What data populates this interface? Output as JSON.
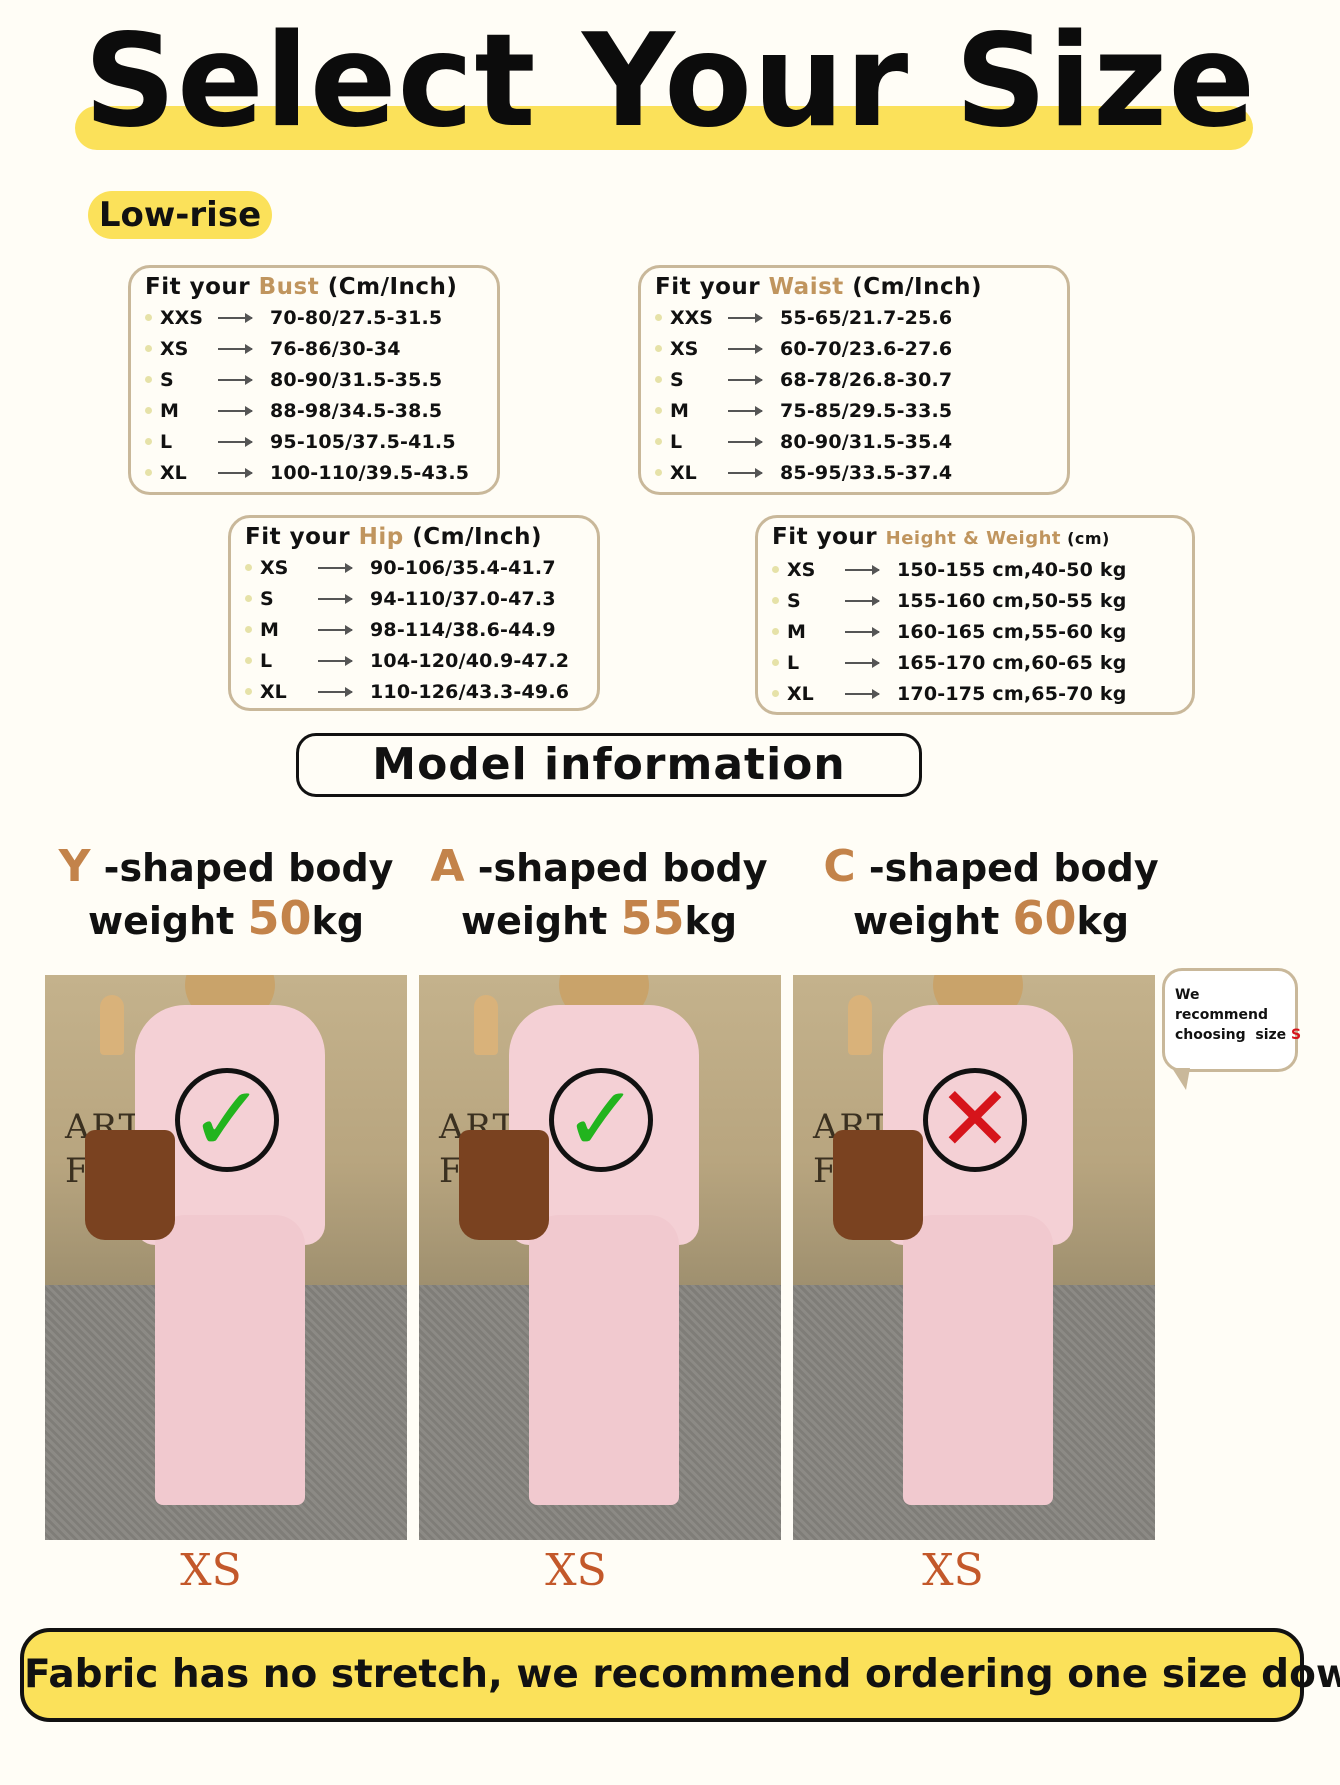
{
  "title": "Select Your Size",
  "tag": "Low-rise",
  "cards": {
    "bust": {
      "prefix": "Fit your ",
      "highlight": "Bust",
      "unit": " (Cm/Inch)",
      "rows": [
        {
          "size": "XXS",
          "value": "70-80/27.5-31.5"
        },
        {
          "size": "XS",
          "value": "76-86/30-34"
        },
        {
          "size": "S",
          "value": "80-90/31.5-35.5"
        },
        {
          "size": "M",
          "value": "88-98/34.5-38.5"
        },
        {
          "size": "L",
          "value": "95-105/37.5-41.5"
        },
        {
          "size": "XL",
          "value": "100-110/39.5-43.5"
        }
      ]
    },
    "waist": {
      "prefix": "Fit your ",
      "highlight": "Waist",
      "unit": " (Cm/Inch)",
      "rows": [
        {
          "size": "XXS",
          "value": "55-65/21.7-25.6"
        },
        {
          "size": "XS",
          "value": "60-70/23.6-27.6"
        },
        {
          "size": "S",
          "value": "68-78/26.8-30.7"
        },
        {
          "size": "M",
          "value": "75-85/29.5-33.5"
        },
        {
          "size": "L",
          "value": "80-90/31.5-35.4"
        },
        {
          "size": "XL",
          "value": "85-95/33.5-37.4"
        }
      ]
    },
    "hip": {
      "prefix": "Fit your ",
      "highlight": "Hip",
      "unit": " (Cm/Inch)",
      "rows": [
        {
          "size": "XS",
          "value": "90-106/35.4-41.7"
        },
        {
          "size": "S",
          "value": "94-110/37.0-47.3"
        },
        {
          "size": "M",
          "value": "98-114/38.6-44.9"
        },
        {
          "size": "L",
          "value": "104-120/40.9-47.2"
        },
        {
          "size": "XL",
          "value": "110-126/43.3-49.6"
        }
      ]
    },
    "height_weight": {
      "prefix": "Fit your ",
      "highlight": "Height & Weight",
      "unit": " (cm)",
      "rows": [
        {
          "size": "XS",
          "value": "150-155 cm,40-50 kg"
        },
        {
          "size": "S",
          "value": "155-160 cm,50-55 kg"
        },
        {
          "size": "M",
          "value": "160-165 cm,55-60 kg"
        },
        {
          "size": "L",
          "value": "165-170 cm,60-65 kg"
        },
        {
          "size": "XL",
          "value": "170-175 cm,65-70 kg"
        }
      ]
    }
  },
  "model_info": "Model information",
  "models": [
    {
      "letter": "Y",
      "shape": " -shaped body",
      "weight_prefix": "weight ",
      "weight": "50",
      "unit": "kg",
      "size": "XS",
      "mark": "check",
      "wall_text": "ART\nFA"
    },
    {
      "letter": "A",
      "shape": " -shaped body",
      "weight_prefix": "weight ",
      "weight": "55",
      "unit": "kg",
      "size": "XS",
      "mark": "check",
      "wall_text": "ART\nFA"
    },
    {
      "letter": "C",
      "shape": " -shaped body",
      "weight_prefix": "weight ",
      "weight": "60",
      "unit": "kg",
      "size": "XS",
      "mark": "cross",
      "wall_text": "ART\nFA"
    }
  ],
  "marks": {
    "check": "✓",
    "cross": "✕"
  },
  "bubble": {
    "line1": "We recommend",
    "line2": "choosing  size ",
    "size": "S"
  },
  "footer": "Fabric has no stretch, we recommend ordering one size down",
  "colors": {
    "accent_yellow": "#fbe15a",
    "accent_brown": "#c0955e",
    "check_green": "#22b41e",
    "cross_red": "#d6141b"
  }
}
